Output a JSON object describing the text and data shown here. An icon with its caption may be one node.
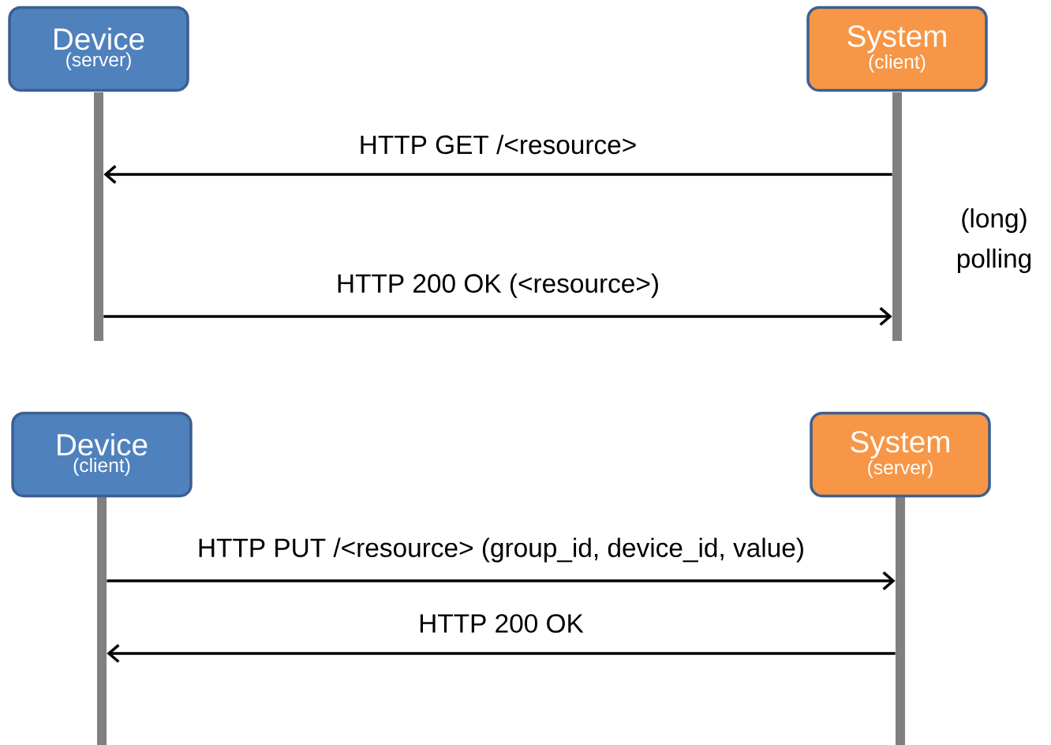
{
  "diagram": {
    "nodes": [
      {
        "text": [
          "Device",
          "(server)"
        ]
      },
      {
        "text": [
          "System",
          "(client)"
        ]
      },
      {
        "text": [
          "Device",
          "(client)"
        ]
      },
      {
        "text": [
          "System",
          "(server)"
        ]
      },
      {
        "text": [],
        "shape": "bar"
      },
      {
        "text": [],
        "shape": "bar"
      },
      {
        "text": [],
        "shape": "bar"
      },
      {
        "text": [],
        "shape": "bar"
      }
    ],
    "edges": [
      {
        "from": 5,
        "to": 4,
        "arrow": "to",
        "label": "HTTP GET /<resource>"
      },
      {
        "from": 4,
        "to": 5,
        "arrow": "to",
        "label": "HTTP 200 OK (<resource>)"
      },
      {
        "from": 6,
        "to": 7,
        "arrow": "to",
        "label": "HTTP PUT /<resource> (group_id, device_id, value)"
      },
      {
        "from": 7,
        "to": 6,
        "arrow": "to",
        "label": "HTTP 200 OK"
      }
    ],
    "labels": [
      "(long) polling"
    ]
  }
}
